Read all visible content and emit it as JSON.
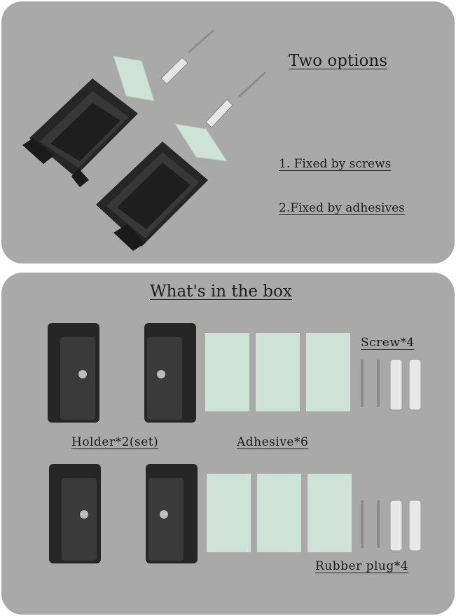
{
  "top": {
    "title": "Two options",
    "option1": "1. Fixed by screws",
    "option2": "2.Fixed by adhesives"
  },
  "bottom": {
    "title": "What's in the box",
    "screw": "Screw*4",
    "holder": "Holder*2(set)",
    "adhesive": "Adhesive*6",
    "rubber_plug": "Rubber plug*4"
  },
  "colors": {
    "panel": "#a9a9a9",
    "holder": "#2b2b2b",
    "adhesive": "#cfe2d8",
    "text": "#1c1c1c"
  }
}
